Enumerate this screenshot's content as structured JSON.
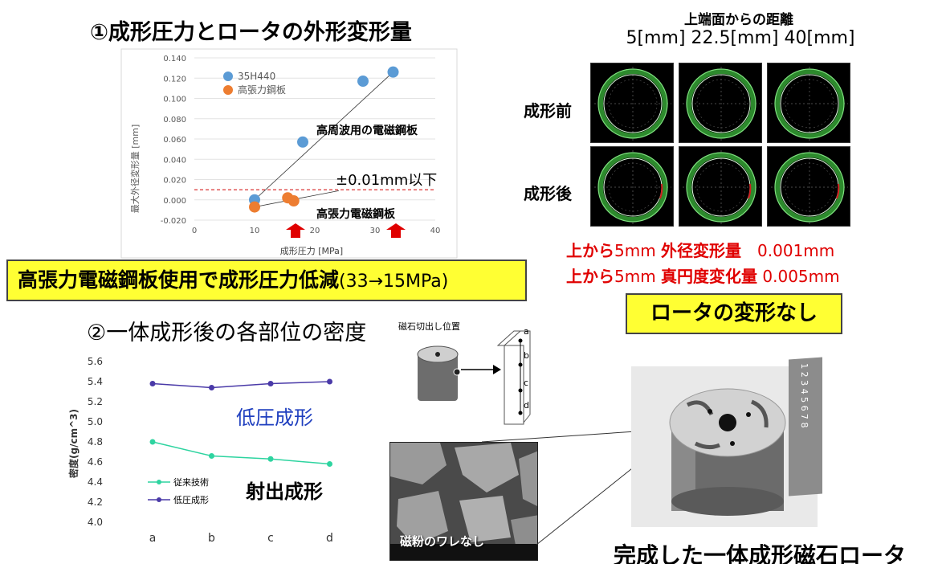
{
  "title1": "①成形圧力とロータの外形変形量",
  "chart1": {
    "ylabel": "最大外径変形量 [mm]",
    "xlabel": "成形圧力 [MPa]",
    "yticks": [
      "0.140",
      "0.120",
      "0.100",
      "0.080",
      "0.060",
      "0.040",
      "0.020",
      "0.000",
      "-0.020"
    ],
    "xticks": [
      "0",
      "10",
      "20",
      "30",
      "40"
    ],
    "legend": [
      "35H440",
      "高張力鋼板"
    ],
    "annot_high": "高周波用の電磁鋼板",
    "annot_tol": "±0.01mm以下",
    "annot_low": "高張力電磁鋼板",
    "colors": {
      "series1": "#5b9bd5",
      "series2": "#ed7d31",
      "tolerance": "#d00000",
      "arrow": "#e00000"
    }
  },
  "banner1": {
    "main": "高張力電磁鋼板使用で成形圧力低減",
    "paren": "(33→15MPa)"
  },
  "dist": {
    "title": "上端面からの距離",
    "values": "5[mm] 22.5[mm] 40[mm]",
    "row_before": "成形前",
    "row_after": "成形後"
  },
  "results": {
    "line1": {
      "a": "上から",
      "b": "5mm ",
      "c": "外径変形量",
      "d": "　0.001mm"
    },
    "line2": {
      "a": "上から",
      "b": "5mm ",
      "c": "真円度変化量",
      "d": " 0.005mm"
    }
  },
  "banner2": "ロータの変形なし",
  "title2": "②一体成形後の各部位の密度",
  "cut_position": "磁石切出し位置",
  "cut_points": [
    "a",
    "b",
    "c",
    "d"
  ],
  "chart2": {
    "ylabel": "密度(g/cm^3)",
    "yticks": [
      "5.6",
      "5.4",
      "5.2",
      "5.0",
      "4.8",
      "4.6",
      "4.4",
      "4.2",
      "4.0"
    ],
    "categories": [
      "a",
      "b",
      "c",
      "d"
    ],
    "legend": [
      "従来技術",
      "低圧成形"
    ],
    "label_low": "低圧成形",
    "label_inj": "射出成形",
    "colors": {
      "s1": "#2ed4a0",
      "s2": "#4a3aa8",
      "lowlabel": "#1f3fbf"
    }
  },
  "micro_caption": "磁粉のワレなし",
  "caption3": "完成した一体成形磁石ロータ",
  "ruler_text": "1 2 3 4 5 6 7 8",
  "chart_data": [
    {
      "type": "scatter",
      "xlabel": "成形圧力 [MPa]",
      "ylabel": "最大外径変形量 [mm]",
      "xlim": [
        0,
        40
      ],
      "ylim": [
        -0.02,
        0.14
      ],
      "series": [
        {
          "name": "35H440",
          "points": [
            [
              10,
              0.0
            ],
            [
              18,
              0.057
            ],
            [
              28,
              0.117
            ],
            [
              33,
              0.126
            ]
          ]
        },
        {
          "name": "高張力鋼板",
          "points": [
            [
              10,
              -0.007
            ],
            [
              15.5,
              0.002
            ],
            [
              16.5,
              -0.001
            ]
          ]
        }
      ],
      "tolerance": 0.01
    },
    {
      "type": "line",
      "ylabel": "密度(g/cm^3)",
      "categories": [
        "a",
        "b",
        "c",
        "d"
      ],
      "ylim": [
        4.0,
        5.6
      ],
      "series": [
        {
          "name": "従来技術",
          "values": [
            4.8,
            4.66,
            4.63,
            4.58
          ]
        },
        {
          "name": "低圧成形",
          "values": [
            5.38,
            5.34,
            5.38,
            5.4
          ]
        }
      ]
    }
  ]
}
